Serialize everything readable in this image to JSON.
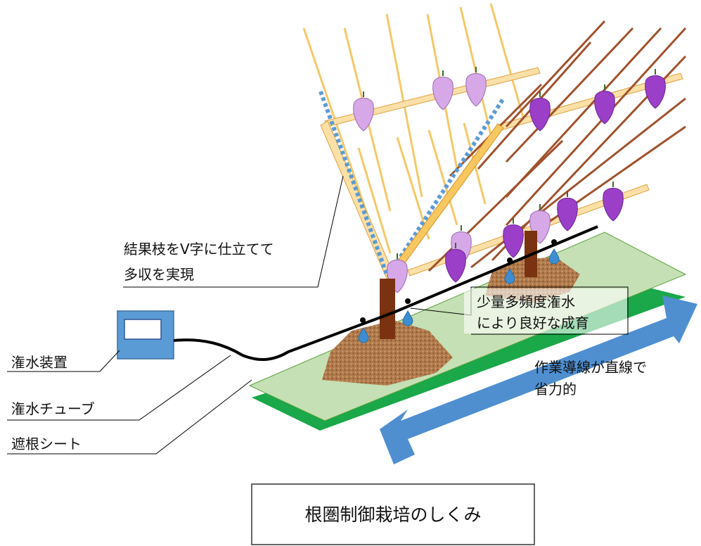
{
  "labels": {
    "v_training": [
      "結果枝をV字に仕立てて",
      "多収を実現"
    ],
    "irrigation_effect": [
      "少量多頻度潅水",
      "により良好な成育"
    ],
    "work_line": [
      "作業導線が直線で",
      "省力的"
    ],
    "irrigation_device": "潅水装置",
    "irrigation_tube": "潅水チューブ",
    "root_sheet": "遮根シート"
  },
  "title": "根圏制御栽培のしくみ",
  "colors": {
    "sheet_top": "#c5e0b4",
    "sheet_bottom": "#1aa84a",
    "soil": "#b07a4c",
    "trunk": "#7a3210",
    "trellis_light": "#f5c868",
    "trellis_dark": "#a0522d",
    "grape_light": "#d6a8e8",
    "grape_dark": "#9b3fc9",
    "drip": "#3c8ed0",
    "arrow": "#4f8fd0",
    "device": "#5b9bd5"
  }
}
